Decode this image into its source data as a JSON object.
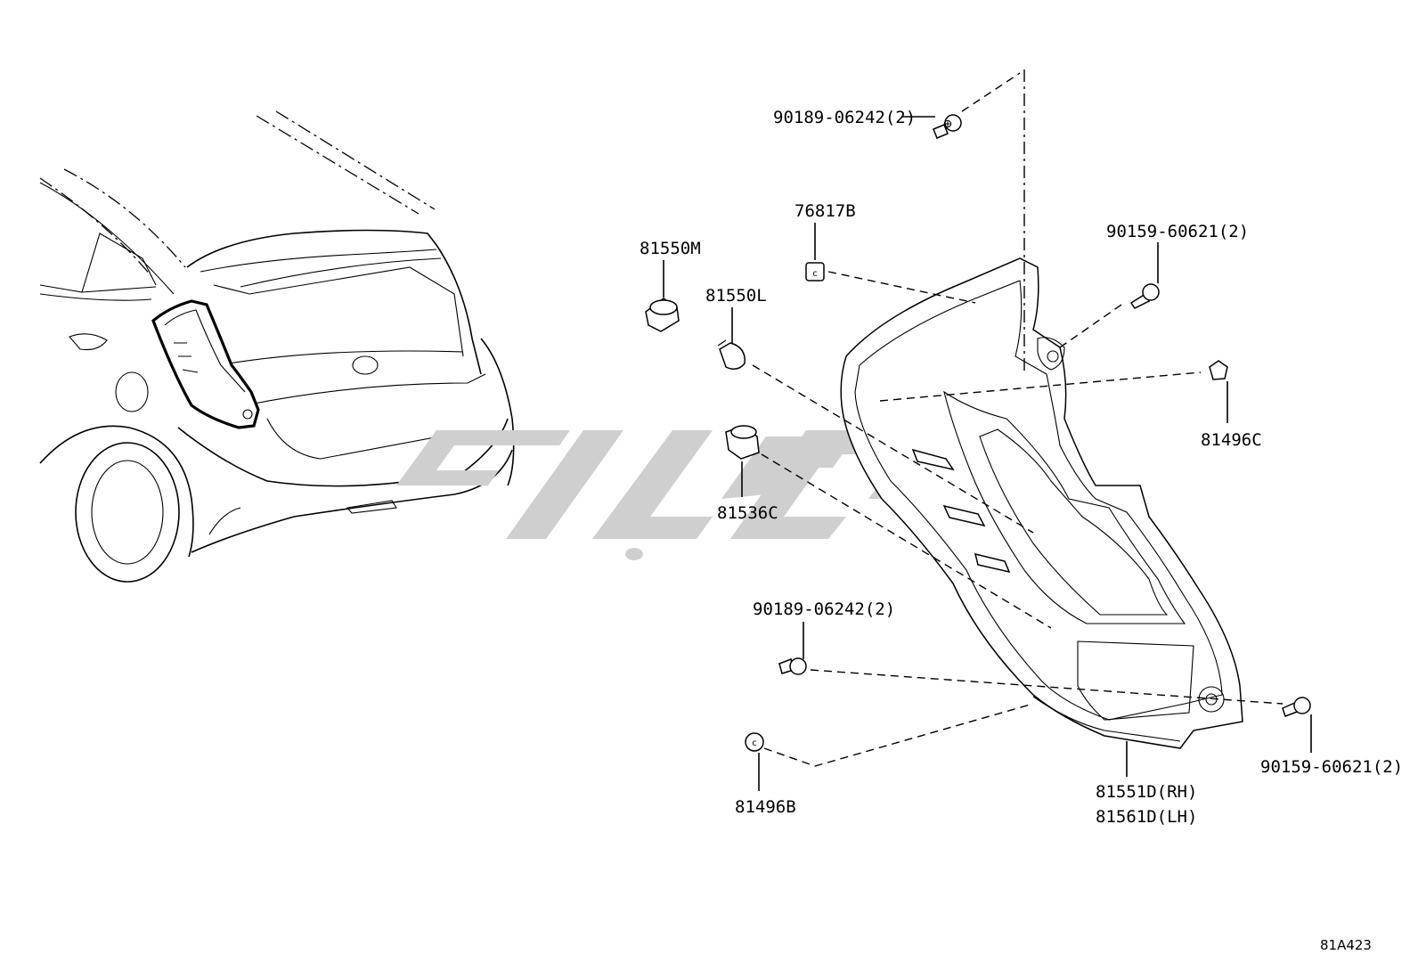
{
  "diagram_ref": "81A423",
  "parts": {
    "screw_top": "90189-06242(2)",
    "clip_76817b": "76817B",
    "socket_81550m": "81550M",
    "bulb_81550l": "81550L",
    "screw_right_top": "90159-60621(2)",
    "grommet_81496c": "81496C",
    "socket_81536c": "81536C",
    "screw_bottom": "90189-06242(2)",
    "grommet_81496b": "81496B",
    "screw_right_bottom": "90159-60621(2)",
    "lamp_rh": "81551D(RH)",
    "lamp_lh": "81561D(LH)"
  },
  "watermark": {
    "color": "#cfcfcf"
  }
}
